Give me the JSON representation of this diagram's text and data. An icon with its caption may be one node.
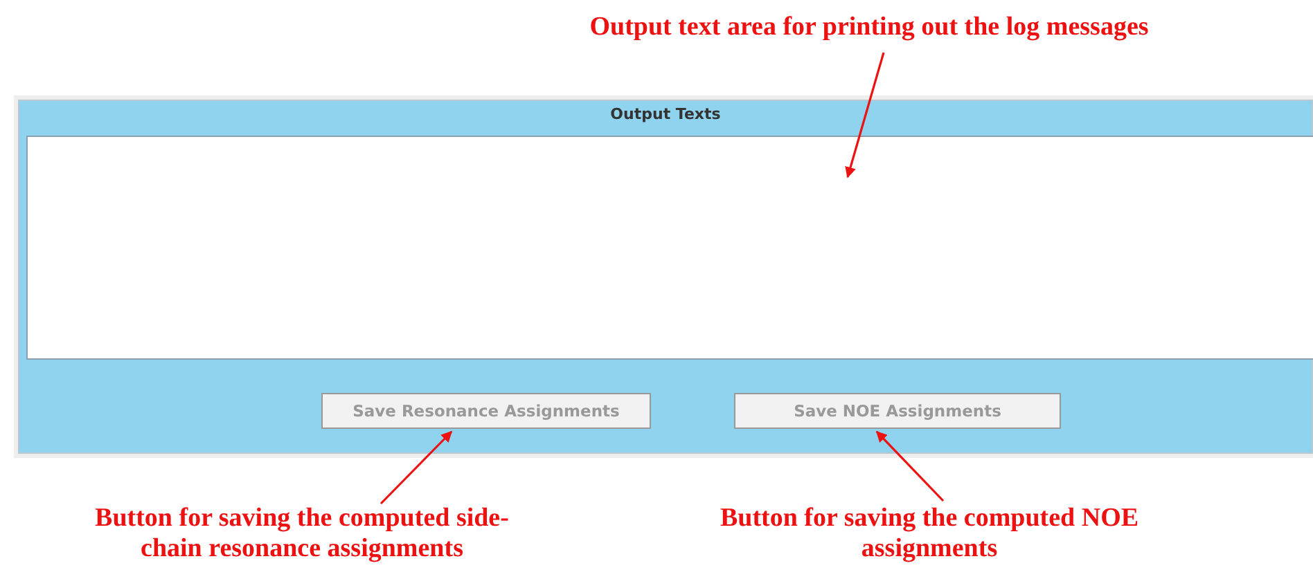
{
  "diagram": {
    "nodes": [
      {
        "text": [
          "Output text area for printing out the log messages"
        ]
      },
      {
        "text": [
          "Output Texts"
        ]
      },
      {
        "text": [],
        "shape": "box",
        "in": 1
      },
      {
        "text": [
          "Save Resonance Assignments"
        ],
        "in": 1
      },
      {
        "text": [
          "Save NOE Assignments"
        ],
        "in": 1
      },
      {
        "text": [
          "Button for saving the computed side-chain resonance assignments"
        ]
      },
      {
        "text": [
          "Button for saving the computed NOE assignments"
        ]
      }
    ],
    "edges": [
      {
        "from": 0,
        "to": 2,
        "arrow": "to"
      },
      {
        "from": 5,
        "to": 3,
        "arrow": "to"
      },
      {
        "from": 6,
        "to": 4,
        "arrow": "to"
      }
    ]
  }
}
